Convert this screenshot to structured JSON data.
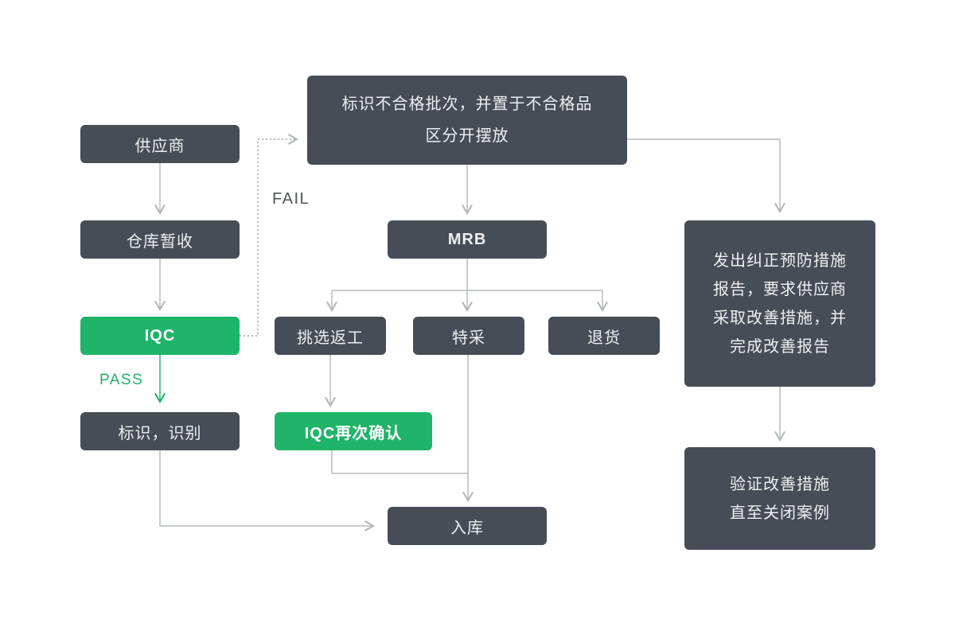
{
  "colors": {
    "background": "#FFFFFF",
    "node_dark": "#474D57",
    "node_green": "#1FB468",
    "node_text": "#EDEFF0",
    "line_gray": "#B4B8BB",
    "line_dashed": "#9AA0A5",
    "pass_text": "#1FB468",
    "fail_text": "#4F545A"
  },
  "nodes": {
    "supplier": {
      "label": "供应商"
    },
    "warehouse_receive": {
      "label": "仓库暂收"
    },
    "iqc": {
      "label": "IQC"
    },
    "mark_identify": {
      "label": "标识，识别"
    },
    "nonconforming_hold": {
      "label": "标识不合格批次，并置于不合格品\n区分开摆放"
    },
    "mrb": {
      "label": "MRB"
    },
    "pick_rework": {
      "label": "挑选返工"
    },
    "special_acceptance": {
      "label": "特采"
    },
    "return_goods": {
      "label": "退货"
    },
    "iqc_recheck": {
      "label": "IQC再次确认"
    },
    "stock_in": {
      "label": "入库"
    },
    "capa_report": {
      "label": "发出纠正预防措施\n报告，要求供应商\n采取改善措施，并\n完成改善报告"
    },
    "verify_close": {
      "label": "验证改善措施\n直至关闭案例"
    }
  },
  "edge_labels": {
    "pass": "PASS",
    "fail": "FAIL"
  }
}
